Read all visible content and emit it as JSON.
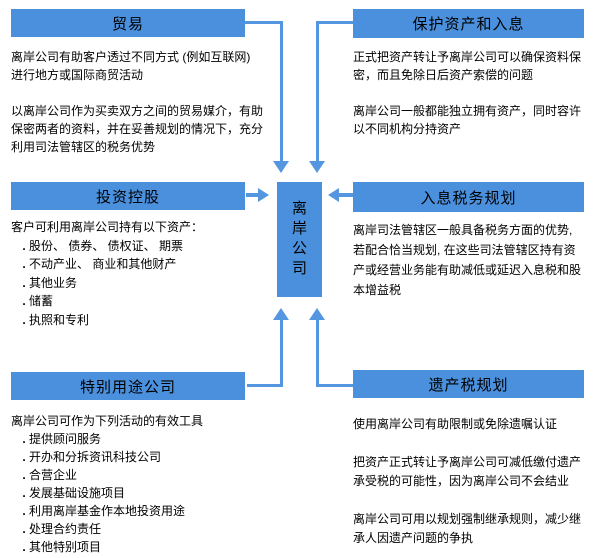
{
  "colors": {
    "box_fill": "#4A90DD",
    "connector": "#5596E0",
    "text": "#000000",
    "background": "#FFFFFF"
  },
  "bullet_char": ".",
  "center": {
    "title": "离岸公司"
  },
  "sections": {
    "trade": {
      "title": "贸易",
      "paragraphs": [
        [
          "离岸公司有助客户透过不同方式 (例如互联网)",
          "进行地方或国际商贸活动"
        ],
        [
          "以离岸公司作为买卖双方之间的贸易媒介，有助",
          "保密两者的资料，并在妥善规划的情况下，充分",
          "利用司法管辖区的税务优势"
        ]
      ]
    },
    "protect": {
      "title": "保护资产和入息",
      "paragraphs": [
        [
          "正式把资产转让予离岸公司可以确保资料保",
          "密，而且免除日后资产索偿的问题"
        ],
        [
          "离岸公司一般都能独立拥有资产，同时容许",
          "以不同机构分持资产"
        ]
      ]
    },
    "invest": {
      "title": "投资控股",
      "intro": "客户可利用离岸公司持有以下资产：",
      "items": [
        "股份、 债券、 债权证、 期票",
        "不动产业、 商业和其他财产",
        "其他业务",
        "储蓄",
        "执照和专利"
      ]
    },
    "income_tax": {
      "title": "入息税务规划",
      "paragraphs": [
        [
          "离岸司法管辖区一般具备税务方面的优势,",
          "若配合恰当规划, 在这些司法管辖区持有资",
          "产或经营业务能有助减低或延迟入息税和股",
          "本增益税"
        ]
      ]
    },
    "spv": {
      "title": "特别用途公司",
      "intro": "离岸公司可作为下列活动的有效工具",
      "items": [
        "提供顾问服务",
        "开办和分拆资讯科技公司",
        "合营企业",
        "发展基础设施项目",
        "利用离岸基金作本地投资用途",
        "处理合约责任",
        "其他特别项目"
      ]
    },
    "estate": {
      "title": "遗产税规划",
      "paragraphs": [
        [
          "使用离岸公司有助限制或免除遗嘱认证"
        ],
        [
          "把资产正式转让予离岸公司可减低缴付遗产",
          "承受税的可能性，因为离岸公司不会结业"
        ],
        [
          "离岸公司可用以规划强制继承规则，减少继",
          "承人因遗产问题的争执"
        ]
      ]
    }
  }
}
